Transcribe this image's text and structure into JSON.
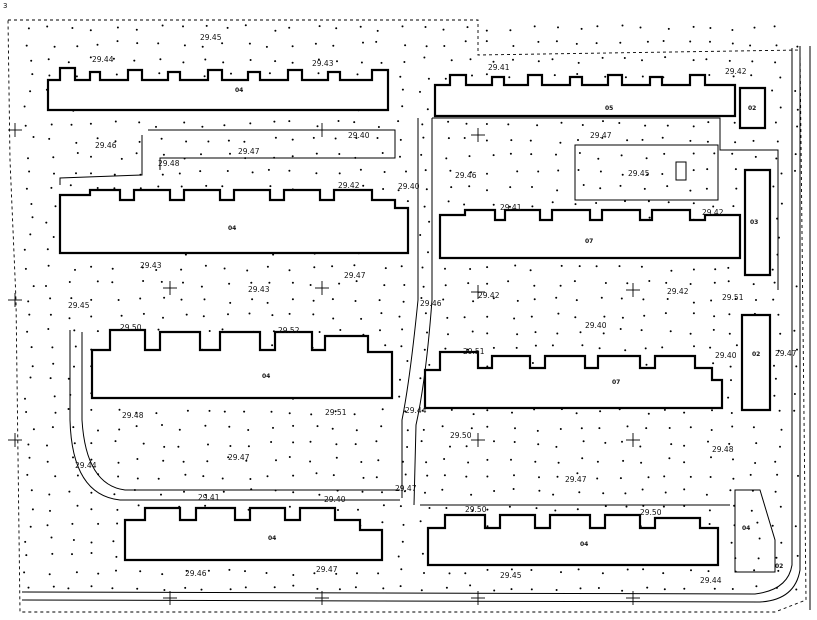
{
  "corner_mark": "3",
  "elevations": [
    "29.45",
    "29.44",
    "29.43",
    "29.41",
    "29.42",
    "29.46",
    "29.48",
    "29.47",
    "29.40",
    "29.47",
    "29.46",
    "29.42",
    "29.40",
    "29.41",
    "29.42",
    "29.43",
    "29.47",
    "29.43",
    "29.45",
    "29.46",
    "29.42",
    "29.42",
    "29.40",
    "29.50",
    "29.52",
    "29.51",
    "29.47",
    "29.51",
    "29.40",
    "29.48",
    "29.51",
    "29.44",
    "29.44",
    "29.47",
    "29.50",
    "29.47",
    "29.48",
    "29.41",
    "29.40",
    "29.47",
    "29.50",
    "29.50",
    "29.45",
    "29.44",
    "29.46",
    "29.47",
    "29.45"
  ],
  "building_numbers": [
    "04",
    "05",
    "02",
    "04",
    "07",
    "03",
    "04",
    "07",
    "02",
    "04",
    "04",
    "04",
    "02"
  ],
  "legend_icons": [
    "tree-dot-pattern",
    "survey-cross-marker",
    "building-footprint",
    "road-edge"
  ]
}
